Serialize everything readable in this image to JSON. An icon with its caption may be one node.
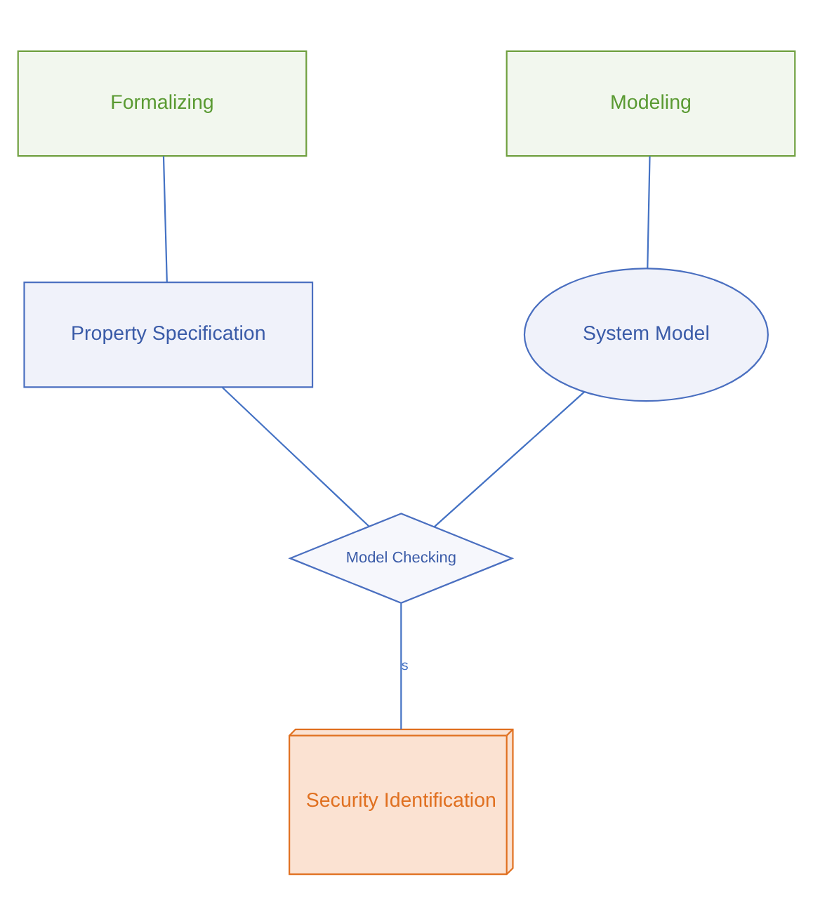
{
  "diagram": {
    "nodes": [
      {
        "text": [
          "Formalizing"
        ]
      },
      {
        "text": [
          "Modeling"
        ]
      },
      {
        "text": [
          "Property Specification"
        ]
      },
      {
        "text": [
          "System Model"
        ]
      },
      {
        "text": [
          "Model Checking"
        ]
      },
      {
        "text": [
          "Security Identification"
        ]
      }
    ],
    "edges": [
      {
        "from": 0,
        "to": 2,
        "arrow": "none"
      },
      {
        "from": 1,
        "to": 3,
        "arrow": "none"
      },
      {
        "from": 2,
        "to": 4,
        "arrow": "none"
      },
      {
        "from": 3,
        "to": 4,
        "arrow": "none"
      },
      {
        "from": 4,
        "to": 5,
        "arrow": "none",
        "label": "s"
      }
    ]
  }
}
